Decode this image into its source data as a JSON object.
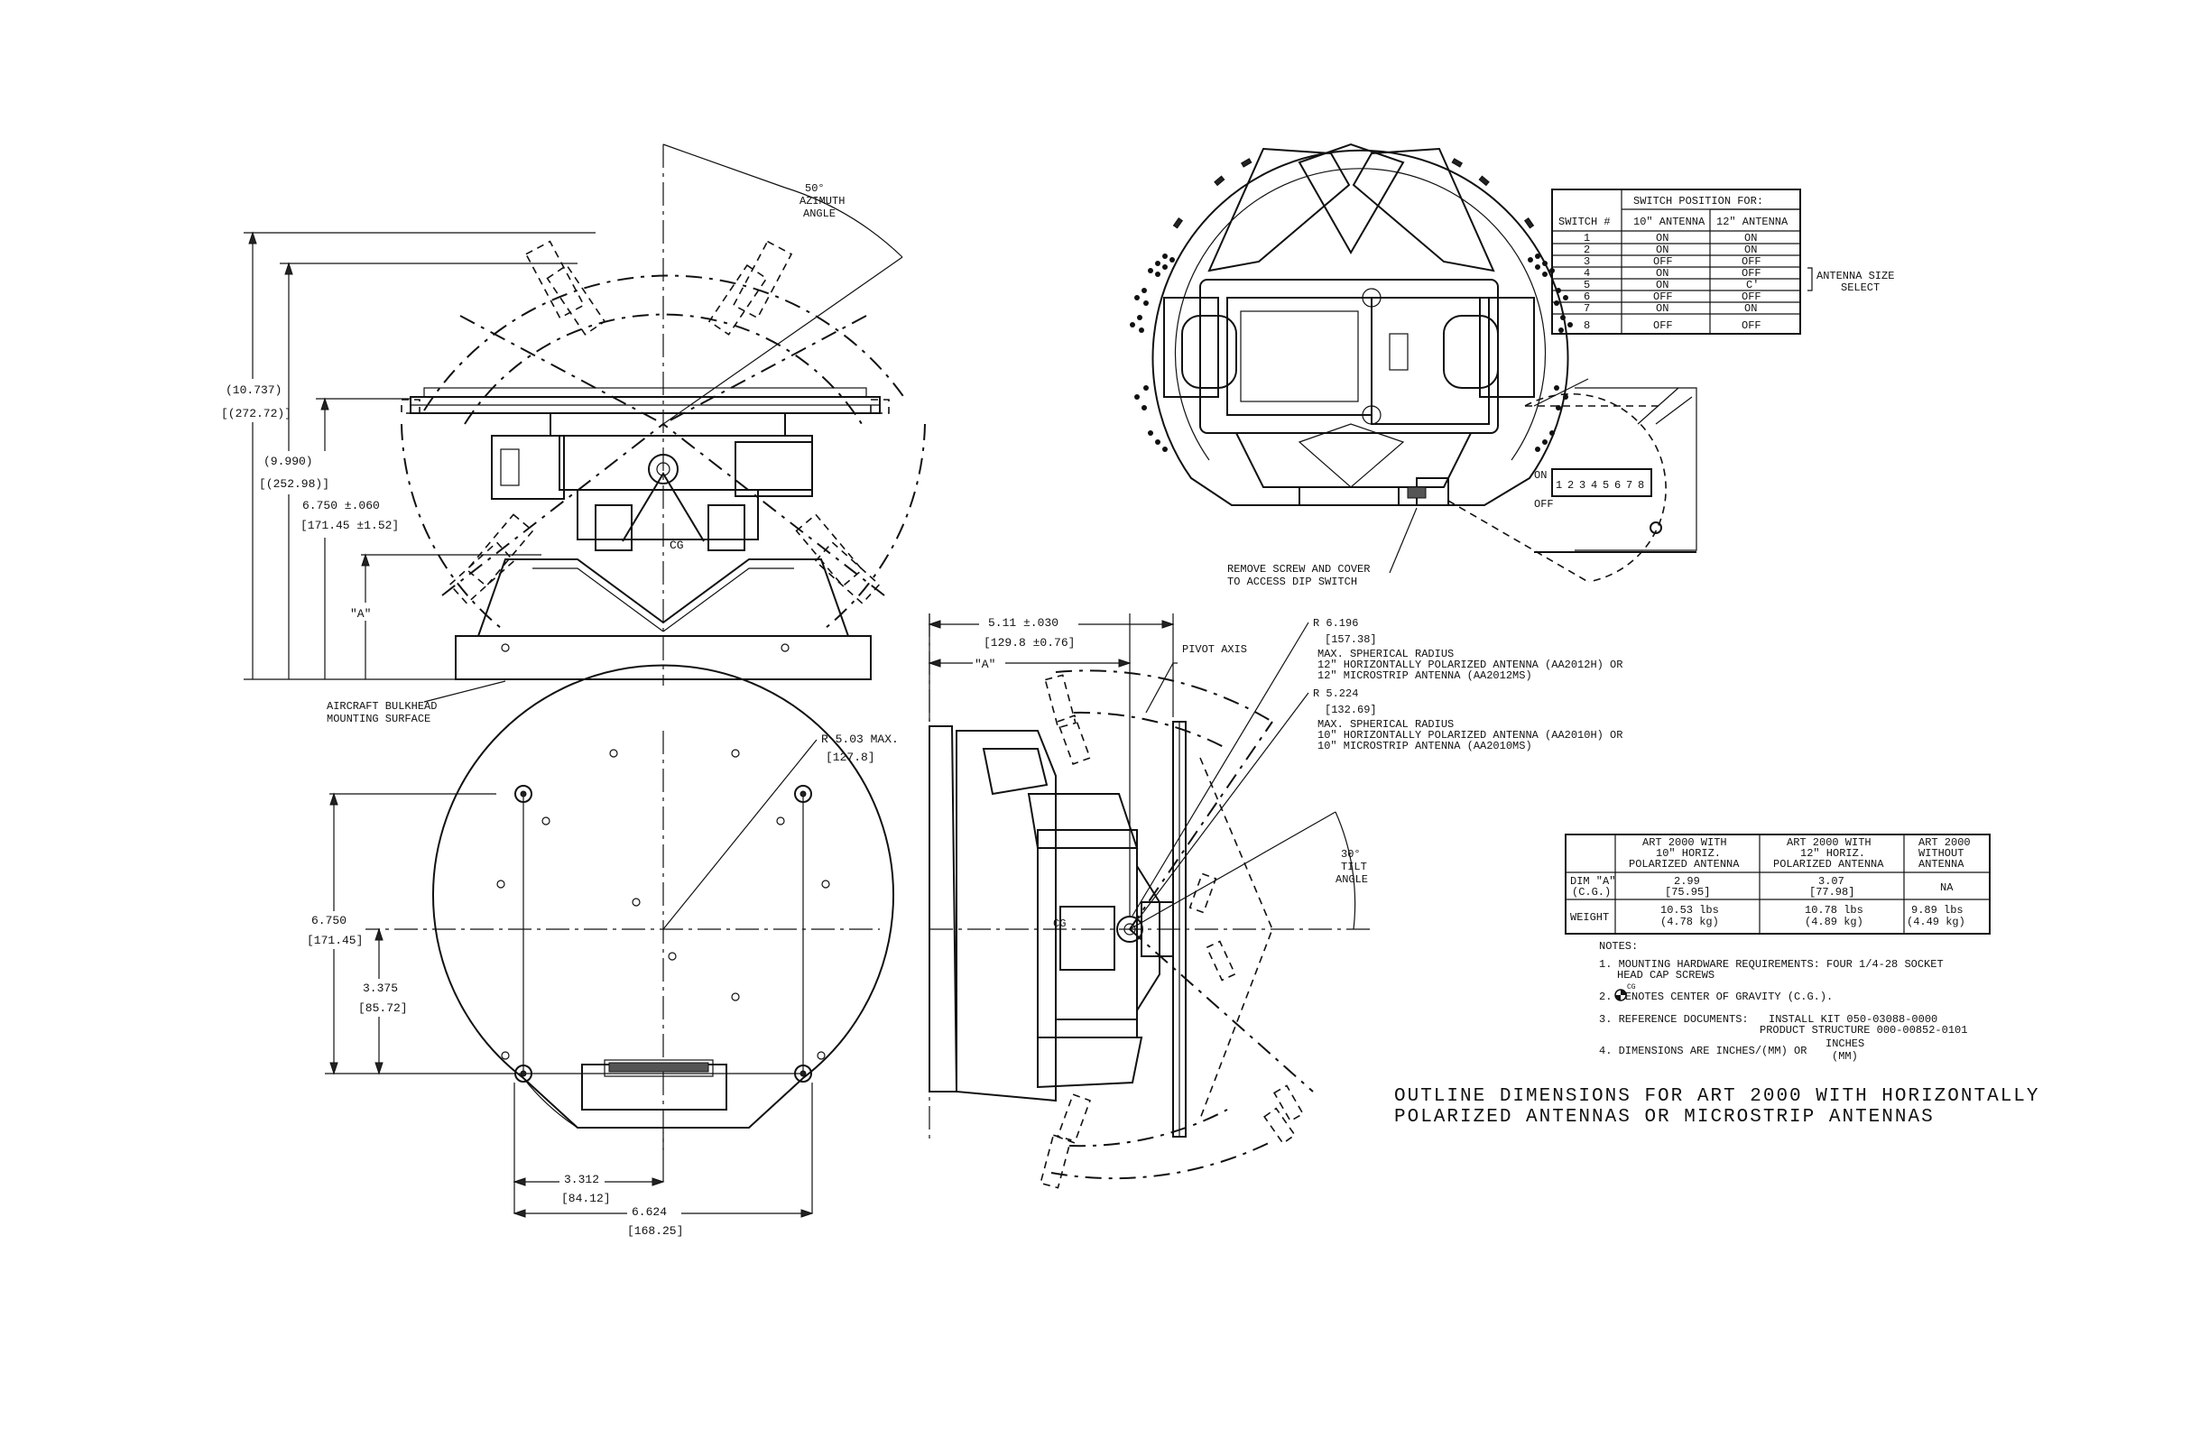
{
  "top_view": {
    "azimuth_label": [
      "50°",
      "AZIMUTH",
      "ANGLE"
    ],
    "dim_height_total": "(10.737)",
    "dim_height_total_mm": "[(272.72)]",
    "dim_height_mid": "(9.990)",
    "dim_height_mid_mm": "[(252.98)]",
    "dim_height_base": "6.750 ±.060",
    "dim_height_base_mm": "[171.45 ±1.52]",
    "dim_a": "\"A\"",
    "cg": "CG",
    "bulkhead_label": [
      "AIRCRAFT BULKHEAD",
      "MOUNTING SURFACE"
    ]
  },
  "dip_view": {
    "remove_label": [
      "REMOVE SCREW AND COVER",
      "TO ACCESS DIP SWITCH"
    ],
    "on": "ON",
    "off": "OFF",
    "digits": [
      "1",
      "2",
      "3",
      "4",
      "5",
      "6",
      "7",
      "8"
    ]
  },
  "switch_table": {
    "header_group": "SWITCH POSITION FOR:",
    "col_switch": "SWITCH #",
    "col_10": "10\" ANTENNA",
    "col_12": "12\" ANTENNA",
    "rows": [
      [
        "1",
        "ON",
        "ON"
      ],
      [
        "2",
        "ON",
        "ON"
      ],
      [
        "3",
        "OFF",
        "OFF"
      ],
      [
        "4",
        "ON",
        "OFF"
      ],
      [
        "5",
        "ON",
        "C'"
      ],
      [
        "6",
        "OFF",
        "OFF"
      ],
      [
        "7",
        "ON",
        "ON"
      ],
      [
        "8",
        "OFF",
        "OFF"
      ]
    ],
    "side_label": [
      "ANTENNA SIZE",
      "SELECT"
    ]
  },
  "side_view": {
    "dim_width": "5.11 ±.030",
    "dim_width_mm": "[129.8 ±0.76]",
    "dim_a": "\"A\"",
    "pivot": "PIVOT AXIS",
    "r1": "R 6.196",
    "r1_mm": "[157.38]",
    "r1_desc": [
      "MAX. SPHERICAL RADIUS",
      "12\" HORIZONTALLY POLARIZED ANTENNA (AA2012H) OR",
      "12\" MICROSTRIP ANTENNA (AA2012MS)"
    ],
    "r2": "R 5.224",
    "r2_mm": "[132.69]",
    "r2_desc": [
      "MAX. SPHERICAL RADIUS",
      "10\" HORIZONTALLY POLARIZED ANTENNA (AA2010H) OR",
      "10\" MICROSTRIP ANTENNA (AA2010MS)"
    ],
    "tilt": [
      "30°",
      "TILT",
      "ANGLE"
    ],
    "cg": "CG"
  },
  "front_view": {
    "radius": "R 5.03  MAX.",
    "radius_mm": "[127.8]",
    "dim_h": "6.750",
    "dim_h_mm": "[171.45]",
    "dim_h2": "3.375",
    "dim_h2_mm": "[85.72]",
    "dim_w2": "3.312",
    "dim_w2_mm": "[84.12]",
    "dim_w": "6.624",
    "dim_w_mm": "[168.25]"
  },
  "weight_table": {
    "headers": [
      [
        "ART 2000 WITH",
        "10\" HORIZ.",
        "POLARIZED ANTENNA"
      ],
      [
        "ART 2000 WITH",
        "12\" HORIZ.",
        "POLARIZED ANTENNA"
      ],
      [
        "ART 2000",
        "WITHOUT",
        "ANTENNA"
      ]
    ],
    "row1_label": [
      "DIM \"A\"",
      "(C.G.)"
    ],
    "row1": [
      [
        "2.99",
        "[75.95]"
      ],
      [
        "3.07",
        "[77.98]"
      ],
      [
        "NA",
        ""
      ]
    ],
    "row2_label": [
      "WEIGHT"
    ],
    "row2": [
      [
        "10.53 lbs",
        "(4.78 kg)"
      ],
      [
        "10.78 lbs",
        "(4.89 kg)"
      ],
      [
        "9.89 lbs",
        "(4.49 kg)"
      ]
    ]
  },
  "notes": {
    "title": "NOTES:",
    "n1a": "1. MOUNTING HARDWARE REQUIREMENTS: FOUR 1/4-28 SOCKET",
    "n1b": "HEAD CAP SCREWS",
    "n2": "2.    DENOTES CENTER OF GRAVITY (C.G.).",
    "n2_sym": "CG",
    "n3a": "3. REFERENCE DOCUMENTS:",
    "n3b": "INSTALL KIT 050-03088-0000",
    "n3c": "PRODUCT STRUCTURE 000-00852-0101",
    "n4a": "4. DIMENSIONS ARE INCHES/(MM) OR",
    "n4b": "INCHES",
    "n4c": "(MM)"
  },
  "title": {
    "line1": "OUTLINE DIMENSIONS FOR ART 2000 WITH HORIZONTALLY",
    "line2": "POLARIZED ANTENNAS OR MICROSTRIP ANTENNAS"
  }
}
